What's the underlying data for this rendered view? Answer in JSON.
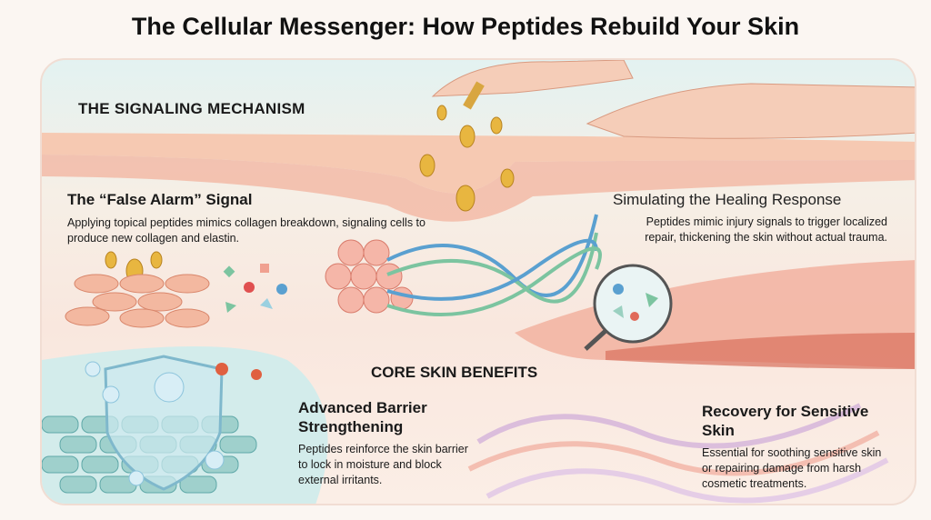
{
  "title": "The Cellular Messenger: How Peptides Rebuild Your Skin",
  "sections": {
    "signaling": {
      "heading": "THE SIGNALING MECHANISM",
      "false_alarm": {
        "title": "The “False Alarm” Signal",
        "text": "Applying topical peptides mimics collagen breakdown, signaling cells to produce new collagen and elastin."
      },
      "healing": {
        "title": "Simulating the Healing Response",
        "text": "Peptides mimic injury signals to trigger localized repair, thickening the skin without actual trauma."
      }
    },
    "benefits": {
      "heading": "CORE SKIN BENEFITS",
      "barrier": {
        "title": "Advanced Barrier Strengthening",
        "text": "Peptides reinforce the skin barrier to lock in moisture and block external irritants."
      },
      "recovery": {
        "title": "Recovery for Sensitive Skin",
        "text": "Essential for soothing sensitive skin or repairing damage from harsh cosmetic treatments."
      }
    }
  },
  "colors": {
    "skin": "#f2b8a4",
    "droplet": "#e8b640",
    "collagen_blue": "#5aa0d0",
    "collagen_green": "#7cc4a0",
    "barrier": "#a8d8dc"
  }
}
